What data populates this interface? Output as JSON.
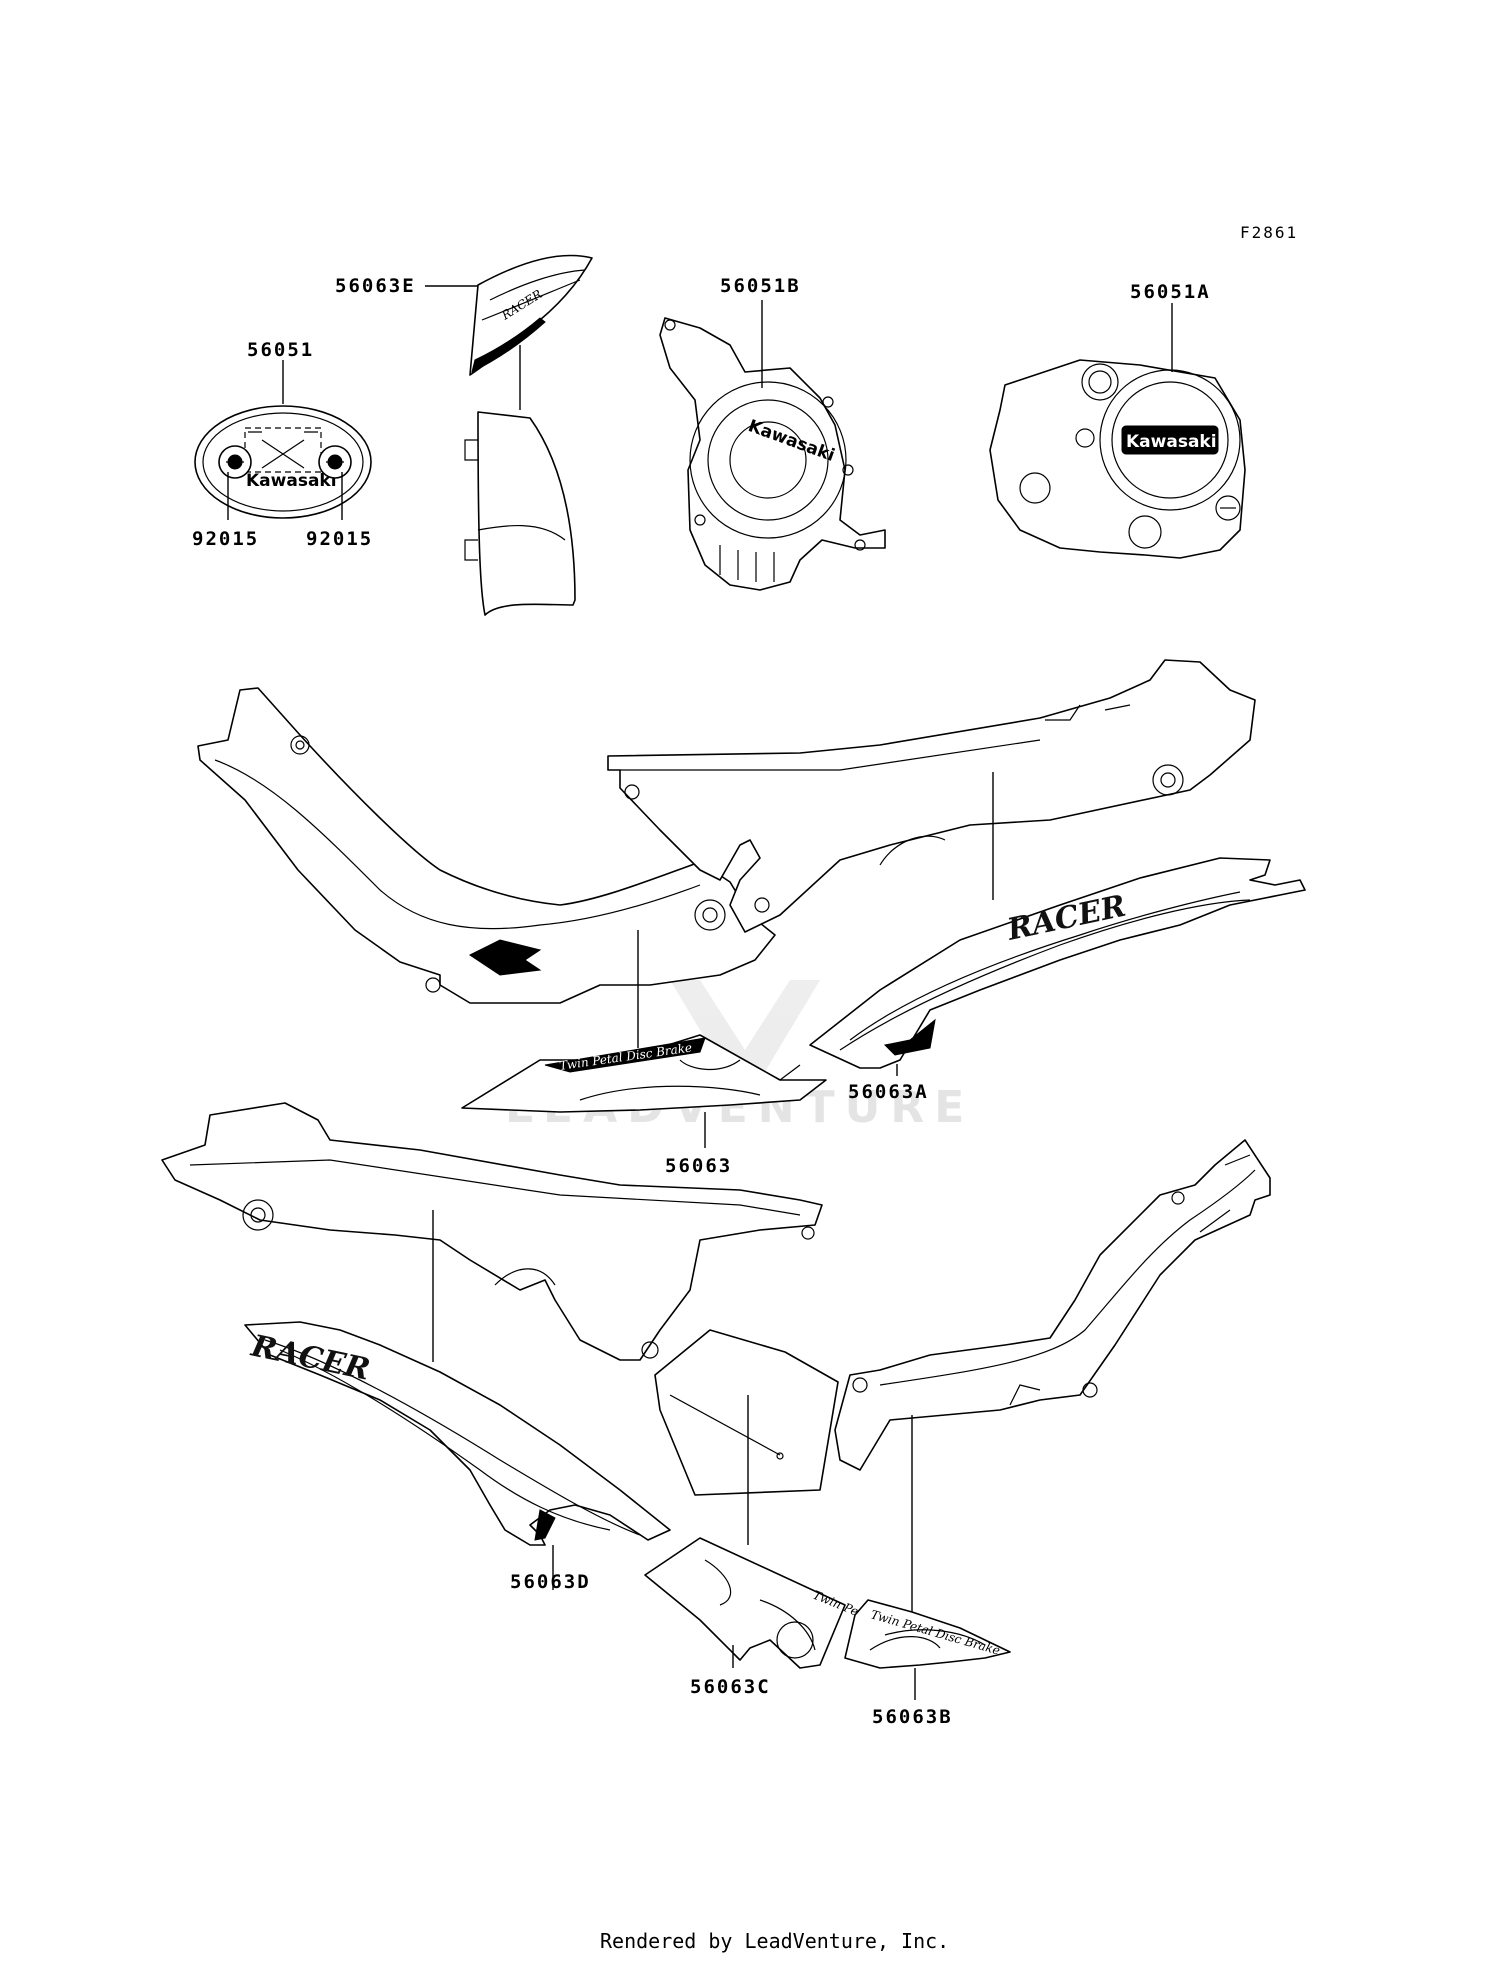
{
  "figure_code": "F2861",
  "watermark_text": "LEADVENTURE",
  "footer_credit": "Rendered by LeadVenture, Inc.",
  "emblem_text": "Kawasaki",
  "decal_script_text": "Twin Petal Disc Brake",
  "stripe_text": "RACER",
  "parts": [
    {
      "id": "56063E",
      "label": "56063E"
    },
    {
      "id": "56051B",
      "label": "56051B"
    },
    {
      "id": "56051A",
      "label": "56051A"
    },
    {
      "id": "56051",
      "label": "56051"
    },
    {
      "id": "92015-left",
      "label": "92015"
    },
    {
      "id": "92015-right",
      "label": "92015"
    },
    {
      "id": "56063A",
      "label": "56063A"
    },
    {
      "id": "56063",
      "label": "56063"
    },
    {
      "id": "56063D",
      "label": "56063D"
    },
    {
      "id": "56063C",
      "label": "56063C"
    },
    {
      "id": "56063B",
      "label": "56063B"
    }
  ],
  "colors": {
    "line": "#000000",
    "background": "#ffffff",
    "watermark": "#e2e2e2"
  }
}
